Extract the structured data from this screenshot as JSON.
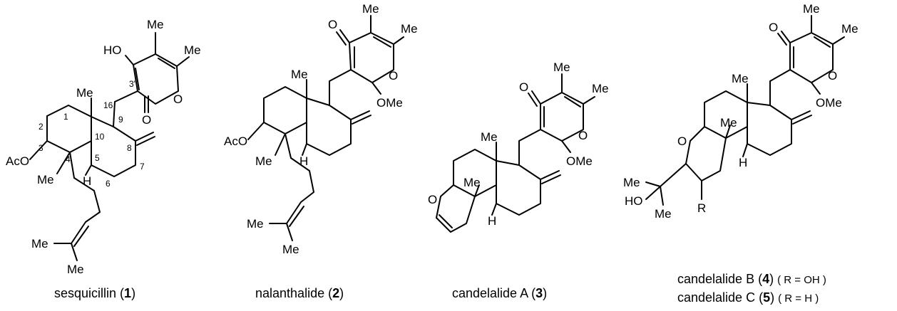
{
  "compounds": [
    {
      "id": "sesquicillin",
      "name": "sesquicillin",
      "number": "1",
      "labels": {
        "me_a": "Me",
        "me_b": "Me",
        "ho": "HO",
        "o_ring": "O",
        "o_carbonyl": "O",
        "me_c10": "Me",
        "aco": "AcO",
        "me_c4": "Me",
        "h": "H",
        "me_d": "Me",
        "me_e": "Me"
      },
      "locants": {
        "n16": "16",
        "n3p": "3'",
        "n1": "1",
        "n2": "2",
        "n3": "3",
        "n4": "4",
        "n5": "5",
        "n6": "6",
        "n7": "7",
        "n8": "8",
        "n9": "9",
        "n10": "10"
      }
    },
    {
      "id": "nalanthalide",
      "name": "nalanthalide",
      "number": "2",
      "labels": {
        "o_keto": "O",
        "me_a": "Me",
        "me_b": "Me",
        "o_ring": "O",
        "ome": "OMe",
        "me_c10": "Me",
        "aco": "AcO",
        "me_c4": "Me",
        "h": "H",
        "me_d": "Me",
        "me_e": "Me"
      }
    },
    {
      "id": "candelalide-a",
      "name": "candelalide A",
      "number": "3",
      "labels": {
        "me_a": "Me",
        "me_b": "Me",
        "o_keto": "O",
        "o_ring": "O",
        "ome": "OMe",
        "me_c10": "Me",
        "me_b2": "Me",
        "o_pyran": "O",
        "h": "H"
      }
    },
    {
      "id": "candelalide-b",
      "name": "candelalide B",
      "number": "4",
      "note_open": "( ",
      "note": "R = OH",
      "note_close": " )",
      "labels": {
        "me_a": "Me",
        "me_b": "Me",
        "o_keto": "O",
        "o_ring": "O",
        "ome": "OMe",
        "me_c10": "Me",
        "me_b2": "Me",
        "o_pyran": "O",
        "h": "H",
        "me_side1": "Me",
        "ho": "HO",
        "me_side2": "Me",
        "r": "R"
      }
    },
    {
      "id": "candelalide-c",
      "name": "candelalide C",
      "number": "5",
      "note_open": "( ",
      "note": "R = H",
      "note_close": " )"
    }
  ]
}
